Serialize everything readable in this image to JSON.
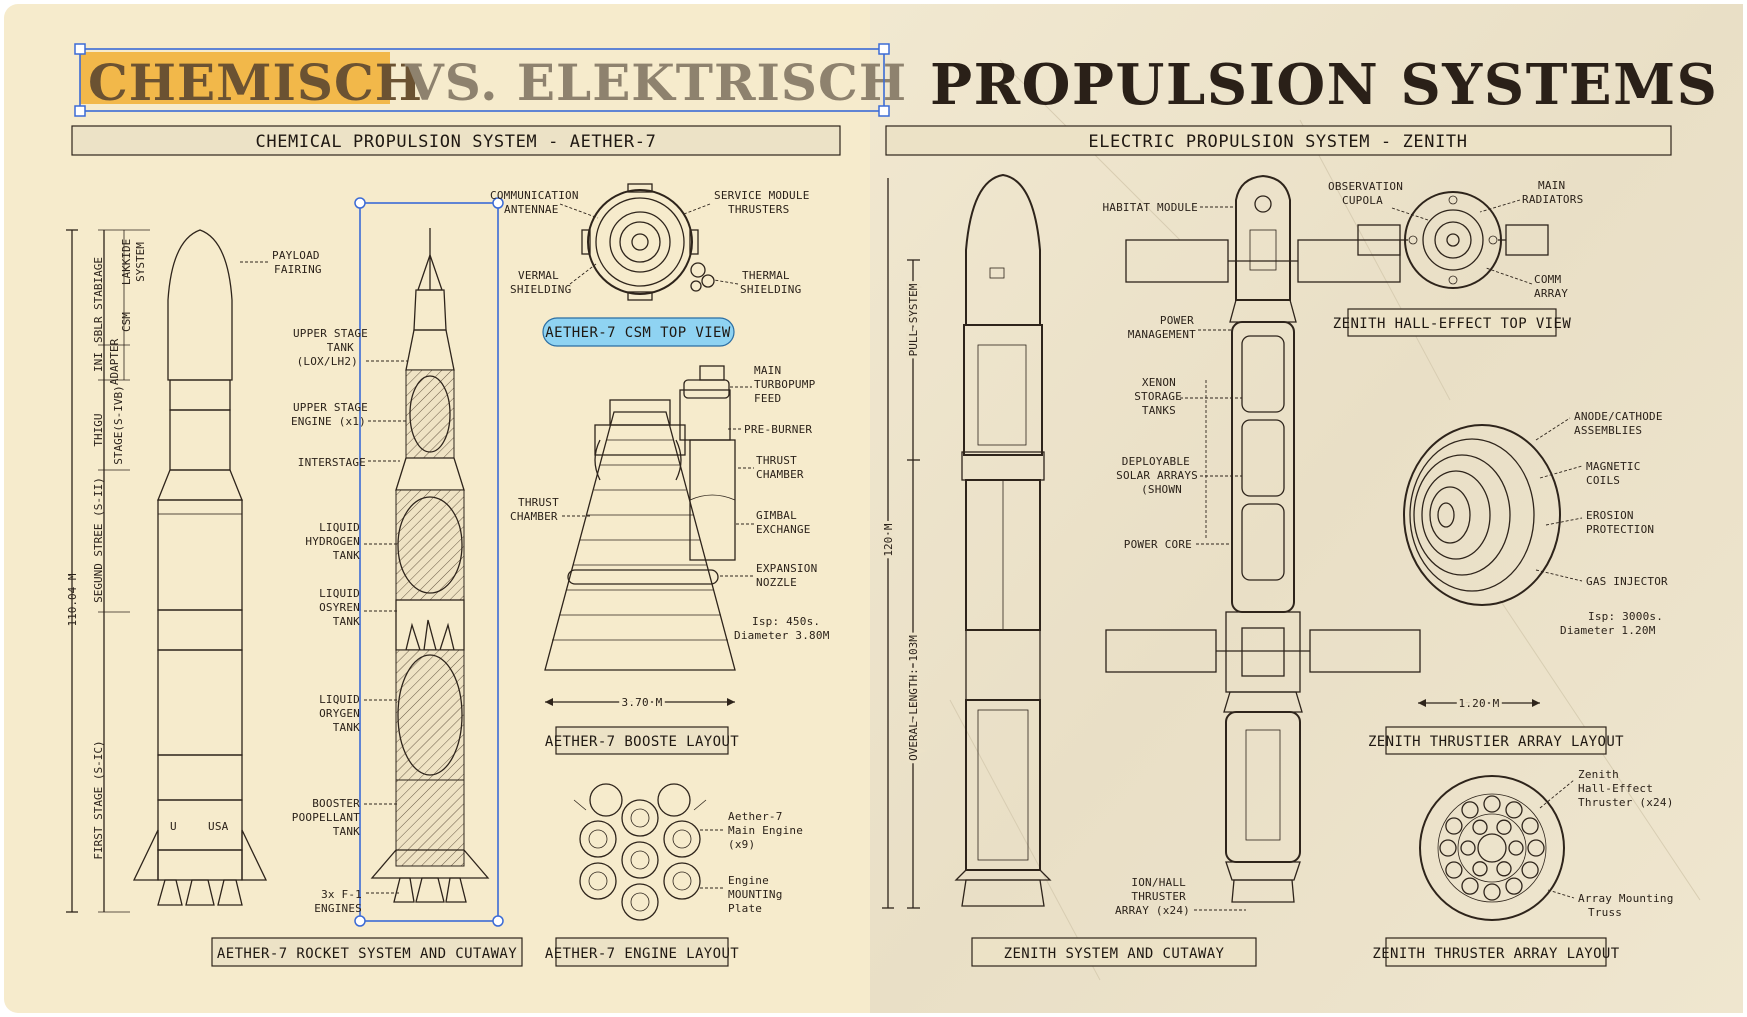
{
  "title": {
    "word_chemisch": "CHEMISCH",
    "word_vs_elektrisch": "VS. ELEKTRISCH",
    "word_propulsion": "PROPULSION SYSTEMS"
  },
  "sections": {
    "chemical_header": "CHEMICAL PROPULSION SYSTEM - AETHER-7",
    "electric_header": "ELECTRIC PROPULSION SYSTEM - ZENITH"
  },
  "chemical": {
    "rocket_labels": {
      "payload": [
        "PAYLOAD",
        "FAIRING"
      ],
      "total_height": "110.04 M",
      "stage_labels": [
        "FIRST STAGE (S-IC)",
        "SEGUND STREE (S-II)",
        "THIGU",
        "STAGE(S-IVB)",
        "INI",
        "ADAPTER",
        "SBLR STABIAGE",
        "CSM",
        "LAKKIDE",
        "SYSTEM"
      ]
    },
    "cutaway_labels": {
      "upper_tank": [
        "UPPER STAGE",
        "TANK",
        "(LOX/LH2)"
      ],
      "upper_engine": [
        "UPPER STAGE",
        "ENGINE (x1)"
      ],
      "interstage": "INTERSTAGE",
      "lh2": [
        "LIQUID",
        "HYDROGEN",
        "TANK"
      ],
      "lox1": [
        "LIQUID",
        "OSYREN",
        "TANK"
      ],
      "lox2": [
        "LIQUID",
        "ORYGEN",
        "TANK"
      ],
      "booster": [
        "BOOSTER",
        "POOPELLANT",
        "TANK"
      ],
      "engines": [
        "3x F-1",
        "ENGINES"
      ]
    },
    "csm": {
      "comm": [
        "COMMUNICATION",
        "ANTENNAE"
      ],
      "service": [
        "SERVICE MODULE",
        "THRUSTERS"
      ],
      "vermal": [
        "VERMAL",
        "SHIELDING"
      ],
      "thermal": [
        "THERMAL",
        "SHIELDING"
      ],
      "badge": "AETHER-7 CSM TOP VIEW"
    },
    "engine": {
      "turbopump": [
        "MAIN",
        "TURBOPUMP",
        "FEED"
      ],
      "preburner": "PRE-BURNER",
      "thrust_chamber_r": [
        "THRUST",
        "CHAMBER"
      ],
      "thrust_chamber_l": [
        "THRUST",
        "CHAMBER"
      ],
      "gimbal": [
        "GIMBAL",
        "EXCHANGE"
      ],
      "nozzle": [
        "EXPANSION",
        "NOZZLE"
      ],
      "isp": [
        "Isp: 450s.",
        "Diameter 3.80M"
      ],
      "width": "3.70 M"
    },
    "engine_layout": {
      "main": [
        "Aether-7",
        "Main Engine",
        "(x9)"
      ],
      "plate": [
        "Engine",
        "MOUNTINg",
        "Plate"
      ]
    },
    "captions": {
      "booster_layout": "AETHER-7 BOOSTE LAYOUT",
      "rocket": "AETHER-7 ROCKET SYSTEM AND CUTAWAY",
      "engine_layout": "AETHER-7 ENGINE LAYOUT"
    }
  },
  "electric": {
    "ship_labels": {
      "pull": "PULL SYSTEM",
      "height": "120 M",
      "overall": "OVERAL LENGTH: 103M"
    },
    "station_labels": {
      "habitat": "HABITAT MODULE",
      "power_mgmt": [
        "POWER",
        "MANAGEMENT"
      ],
      "xenon": [
        "XENON",
        "STORAGE",
        "TANKS"
      ],
      "arrays": [
        "DEPLOYABLE",
        "SOLAR ARRAYS",
        "(SHOWN"
      ],
      "core": "POWER CORE",
      "ion": [
        "ION/HALL",
        "THRUSTER",
        "ARRAY (x24)"
      ]
    },
    "top_view": {
      "cupola": [
        "OBSERVATION",
        "CUPOLA"
      ],
      "radiators": [
        "MAIN",
        "RADIATORS"
      ],
      "comm": [
        "COMM",
        "ARRAY"
      ],
      "caption": "ZENITH HALL-EFFECT TOP VIEW"
    },
    "thruster": {
      "anode": [
        "ANODE/CATHODE",
        "ASSEMBLIES"
      ],
      "magnetic": [
        "MAGNETIC",
        "COILS"
      ],
      "erosion": [
        "EROSION",
        "PROTECTION"
      ],
      "gas": "GAS INJECTOR",
      "isp": [
        "Isp: 3000s.",
        "Diameter 1.20M"
      ],
      "width": "1.20 M"
    },
    "array": {
      "hall": [
        "Zenith",
        "Hall-Effect",
        "Thruster (x24)"
      ],
      "truss": [
        "Array Mounting",
        "Truss"
      ]
    },
    "captions": {
      "thruster_layout": "ZENITH THRUSTIER ARRAY LAYOUT",
      "system": "ZENITH SYSTEM AND CUTAWAY",
      "array_layout": "ZENITH THRUSTER ARRAY LAYOUT"
    }
  },
  "colors": {
    "paper_left": "#f7ecce",
    "paper_right": "#efe5cc",
    "ink": "#2e241b",
    "highlight": "#f2b84a",
    "badge": "#8fd3f2",
    "selection": "#3b6bd6"
  }
}
